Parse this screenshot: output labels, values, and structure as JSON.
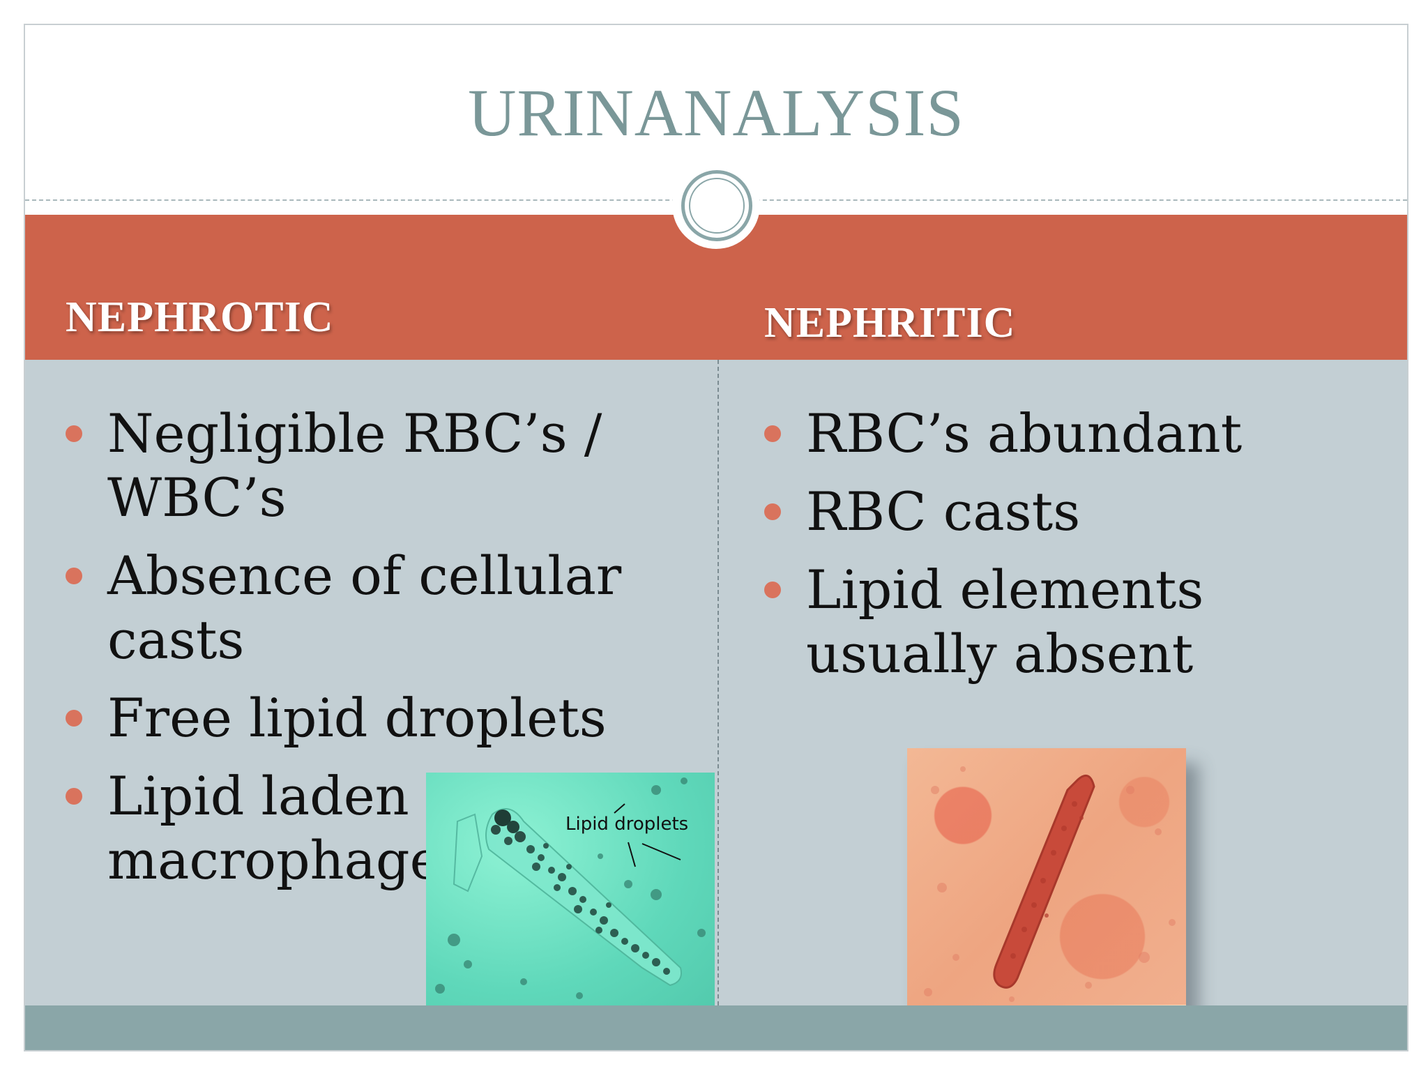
{
  "slide": {
    "title": "URINANALYSIS",
    "left_column": {
      "heading": "NEPHROTIC",
      "bullets": [
        "Negligible RBC’s / WBC’s",
        "Absence of cellular casts",
        "Free lipid droplets",
        "Lipid laden macrophages"
      ],
      "image": {
        "annotation": "Lipid droplets",
        "icon": "microscopy-lipid-cast-image"
      }
    },
    "right_column": {
      "heading": "NEPHRITIC",
      "bullets": [
        "RBC’s abundant",
        "RBC casts",
        "Lipid elements usually absent"
      ],
      "image": {
        "icon": "microscopy-rbc-cast-image"
      }
    }
  },
  "colors": {
    "title": "#7a9798",
    "header_band": "#cd634b",
    "body_band": "#c3cfd4",
    "footer_band": "#8aa6a8",
    "bullet": "#d9735d"
  }
}
